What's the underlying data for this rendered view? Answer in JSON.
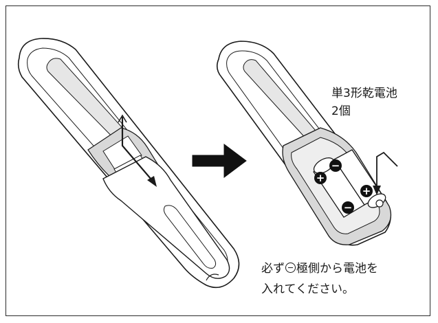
{
  "battery_label": {
    "line1": "単3形乾電池",
    "line2": "2個"
  },
  "instruction": {
    "line1_pre": "必ず",
    "line1_post": "極側から電池を",
    "line2": "入れてください。"
  },
  "polarity": {
    "plus": "+",
    "minus": "−"
  },
  "icons": {
    "arrow": "right-arrow-icon",
    "minus_terminal": "minus-circle-icon",
    "plus_terminal": "plus-circle-icon"
  },
  "colors": {
    "ink": "#1a1a1a",
    "shade": "#d8d8d8",
    "frame": "#2a2a2a"
  }
}
